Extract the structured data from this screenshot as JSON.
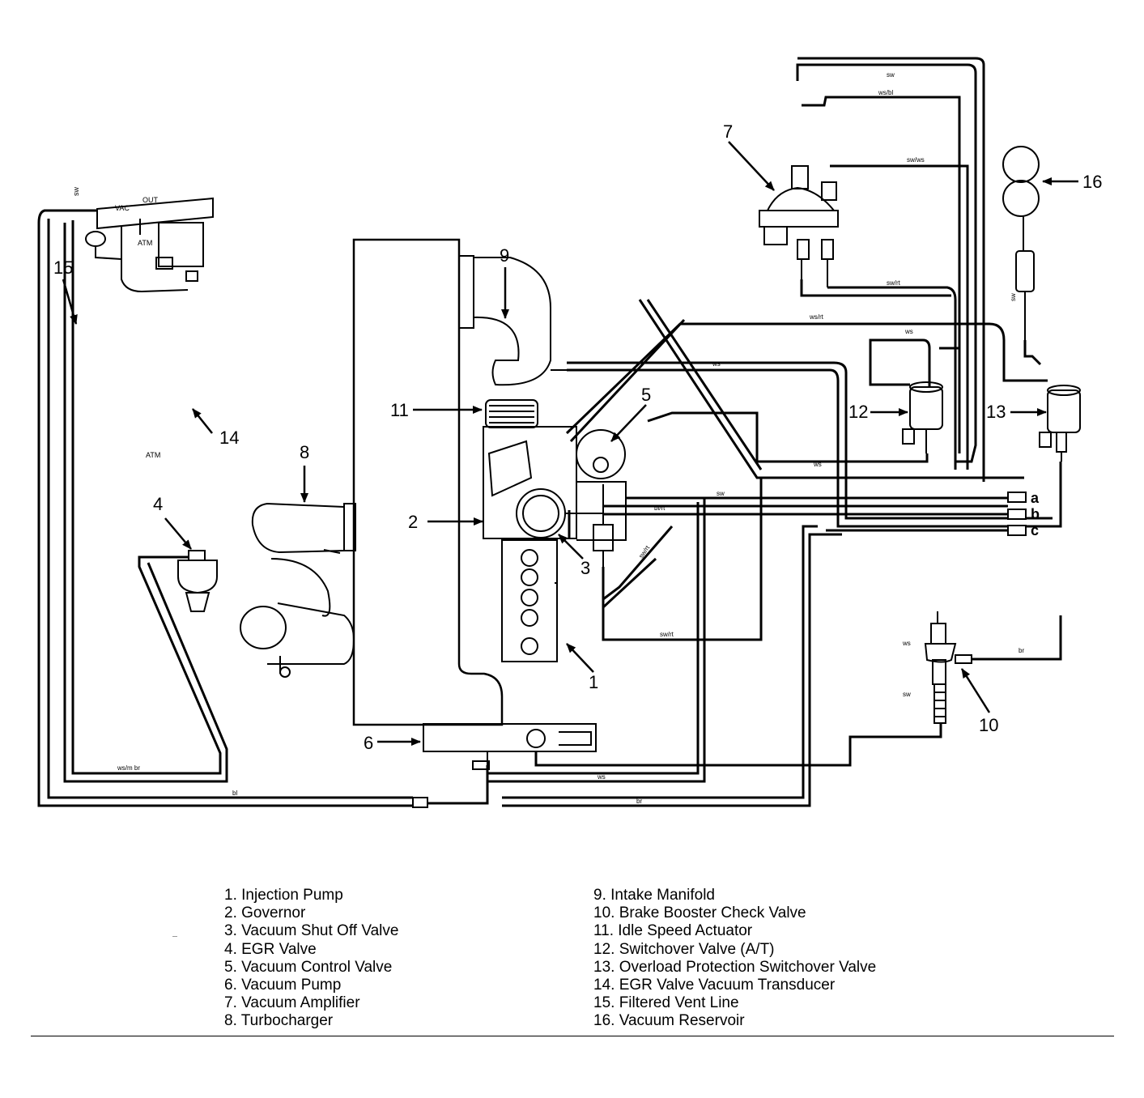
{
  "callouts": {
    "n1": "1",
    "n2": "2",
    "n3": "3",
    "n4": "4",
    "n5": "5",
    "n6": "6",
    "n7": "7",
    "n8": "8",
    "n9": "9",
    "n10": "10",
    "n11": "11",
    "n12": "12",
    "n13": "13",
    "n14": "14",
    "n15": "15",
    "n16": "16"
  },
  "wire_codes": {
    "sw_top": "sw",
    "ws_bl": "ws/bl",
    "sw_ws": "sw/ws",
    "sw_rt": "sw/rt",
    "ws_rt": "ws/rt",
    "ws_12": "ws",
    "ws_mid": "ws",
    "ws_lower": "ws",
    "sw_right": "sw",
    "sw_mid": "sw",
    "bl_mid": "bl/rt",
    "sw_rt_v": "sw/rt",
    "sw_rt_low": "sw/rt",
    "ws_mbr": "ws/m br",
    "bl": "bl",
    "ws_bot": "ws",
    "br_bot": "br",
    "ws_10": "ws",
    "sw_10": "sw",
    "br_10": "br"
  },
  "terminals": {
    "a": "a",
    "b": "b",
    "c": "c"
  },
  "component_labels": {
    "vac": "VAC",
    "out": "OUT",
    "atm1": "ATM",
    "atm2": "ATM",
    "sw15": "sw"
  },
  "legend": {
    "left": [
      "1. Injection Pump",
      "2. Governor",
      "3. Vacuum Shut Off Valve",
      "4. EGR Valve",
      "5. Vacuum Control Valve",
      "6. Vacuum Pump",
      "7. Vacuum Amplifier",
      "8. Turbocharger"
    ],
    "right": [
      "9. Intake Manifold",
      "10. Brake Booster Check Valve",
      "11. Idle Speed Actuator",
      "12. Switchover Valve (A/T)",
      "13. Overload Protection Switchover Valve",
      "14. EGR Valve Vacuum Transducer",
      "15. Filtered Vent Line",
      "16. Vacuum Reservoir"
    ]
  }
}
